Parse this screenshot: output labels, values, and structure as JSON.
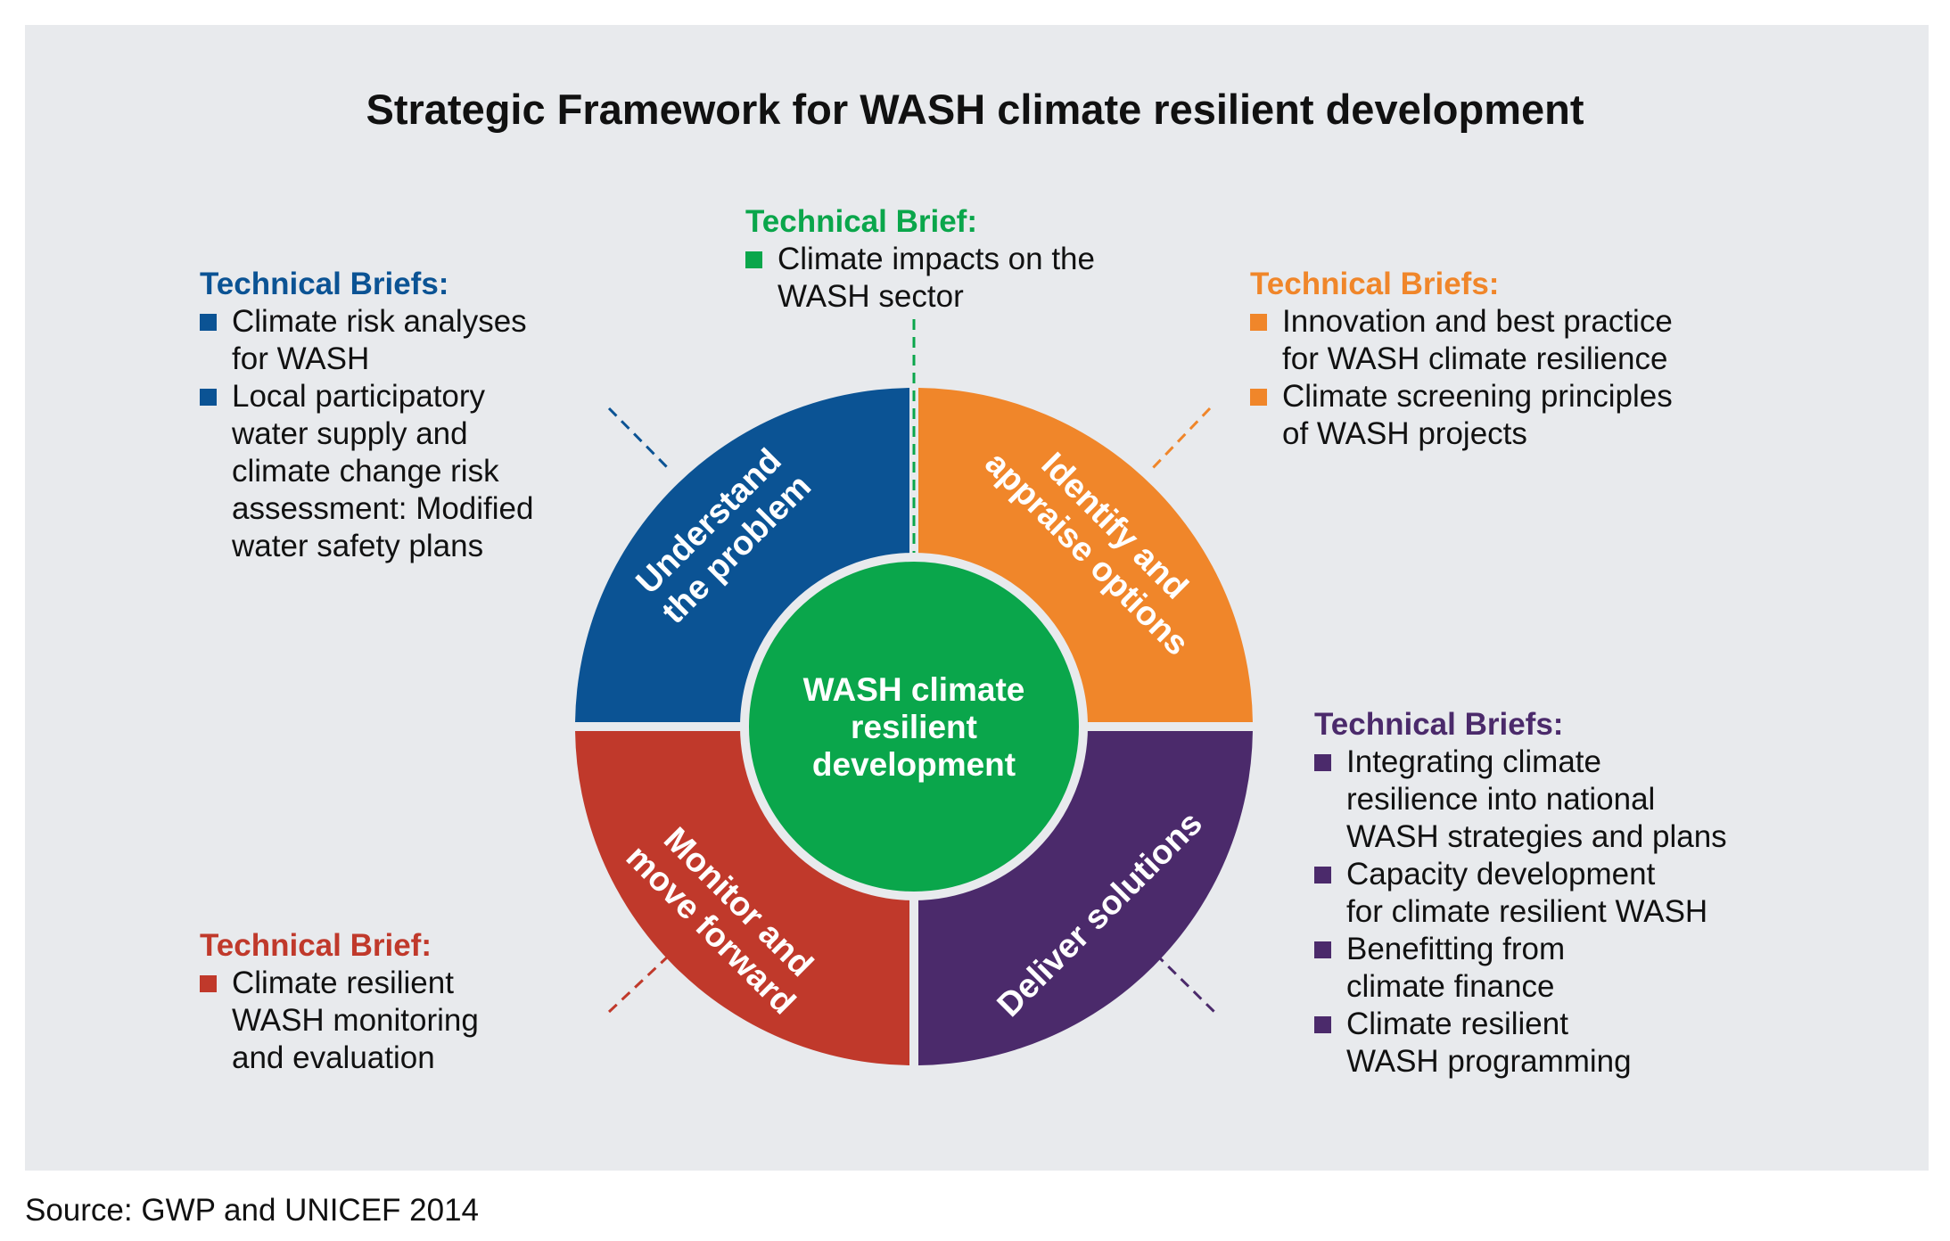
{
  "title": "Strategic Framework for WASH climate resilient development",
  "center": {
    "lines": [
      "WASH climate",
      "resilient",
      "development"
    ]
  },
  "segments": [
    {
      "lines": [
        "Understand",
        "the problem"
      ],
      "color": "#0b5394"
    },
    {
      "lines": [
        "Identify and",
        "appraise options"
      ],
      "color": "#f0862a"
    },
    {
      "lines": [
        "Deliver solutions"
      ],
      "color": "#4b2a6b"
    },
    {
      "lines": [
        "Monitor and",
        "move forward"
      ],
      "color": "#c0392b"
    }
  ],
  "center_color": "#0aa64b",
  "briefs": {
    "top": {
      "heading": "Technical Brief:",
      "color": "#0aa64b",
      "items": [
        "Climate impacts on the\nWASH sector"
      ]
    },
    "top_left": {
      "heading": "Technical Briefs:",
      "color": "#0b5394",
      "items": [
        "Climate risk analyses\nfor WASH",
        "Local participatory\nwater supply and\nclimate change risk\nassessment: Modified\nwater safety plans"
      ]
    },
    "top_right": {
      "heading": "Technical Briefs:",
      "color": "#f0862a",
      "items": [
        "Innovation and best practice\nfor WASH climate resilience",
        "Climate screening principles\nof WASH projects"
      ]
    },
    "bottom_right": {
      "heading": "Technical Briefs:",
      "color": "#4b2a6b",
      "items": [
        "Integrating climate\nresilience into national\nWASH strategies and plans",
        "Capacity development\nfor climate resilient WASH",
        "Benefitting from\nclimate finance",
        "Climate resilient\nWASH programming"
      ]
    },
    "bottom_left": {
      "heading": "Technical Brief:",
      "color": "#c0392b",
      "items": [
        "Climate resilient\nWASH monitoring\nand evaluation"
      ]
    }
  },
  "source": "Source: GWP and UNICEF 2014"
}
